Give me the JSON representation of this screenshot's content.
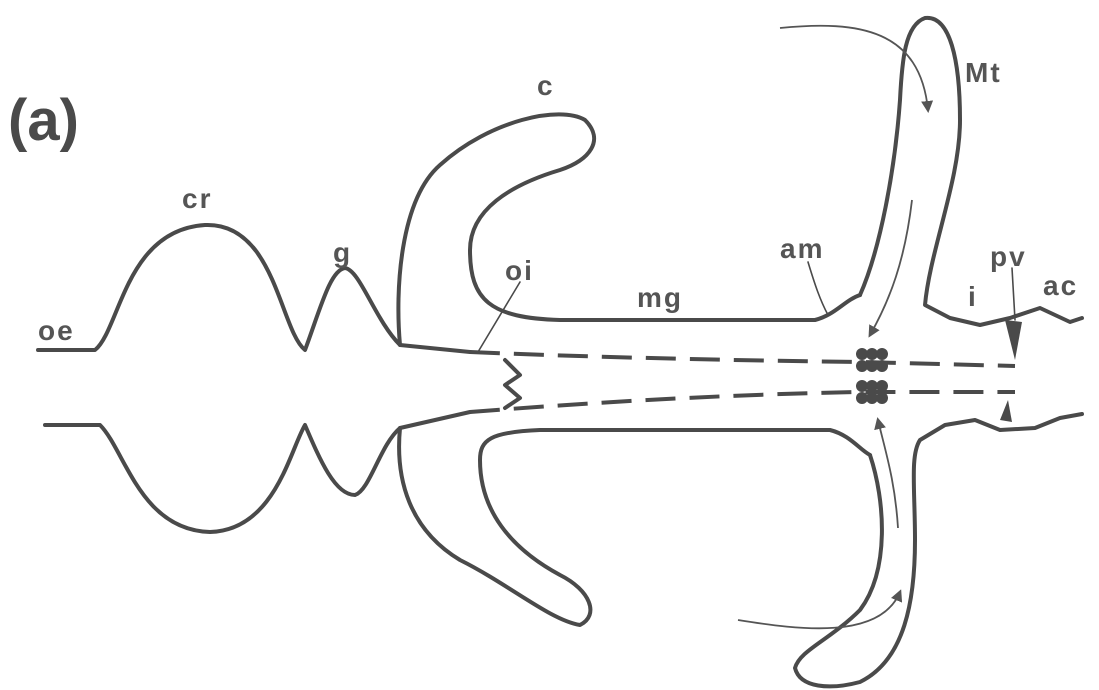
{
  "figure": {
    "panel_label": "(a)",
    "labels": {
      "oe": "oe",
      "cr": "cr",
      "g": "g",
      "c": "c",
      "oi": "oi",
      "mg": "mg",
      "am": "am",
      "Mt": "Mt",
      "pv": "pv",
      "i": "i",
      "ac": "ac"
    }
  }
}
